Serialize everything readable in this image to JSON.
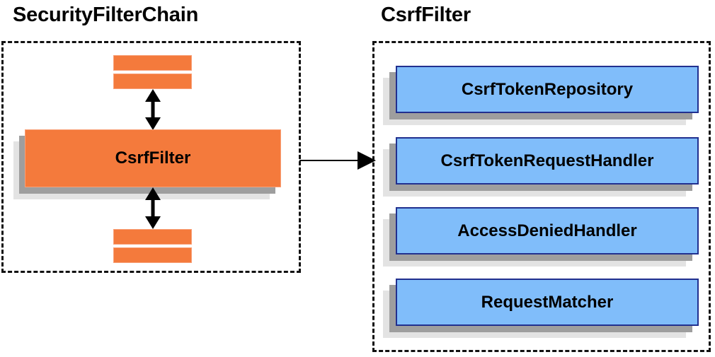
{
  "diagram": {
    "title_left": "SecurityFilterChain",
    "title_right": "CsrfFilter",
    "colors": {
      "orange_fill": "#f47a3c",
      "orange_border": "#f8a078",
      "blue_fill": "#80bdfa",
      "blue_border": "#21308f",
      "shadow_mid": "#9e9e9e",
      "shadow_light": "#e3e3e3",
      "dashed_border": "#111111",
      "arrow": "#000000",
      "text": "#000000"
    }
  },
  "left_panel": {
    "title": "SecurityFilterChain",
    "filter_box": {
      "label": "CsrfFilter"
    },
    "top_bars": [
      {
        "label": ""
      },
      {
        "label": ""
      }
    ],
    "bottom_bars": [
      {
        "label": ""
      },
      {
        "label": ""
      }
    ],
    "arrows": {
      "top": "double-headed-vertical-arrow",
      "bottom": "double-headed-vertical-arrow"
    }
  },
  "connector": {
    "name": "right-arrow",
    "from": "CsrfFilter",
    "to": "CsrfFilter collaborators"
  },
  "right_panel": {
    "title": "CsrfFilter",
    "components": [
      {
        "label": "CsrfTokenRepository"
      },
      {
        "label": "CsrfTokenRequestHandler"
      },
      {
        "label": "AccessDeniedHandler"
      },
      {
        "label": "RequestMatcher"
      }
    ]
  }
}
